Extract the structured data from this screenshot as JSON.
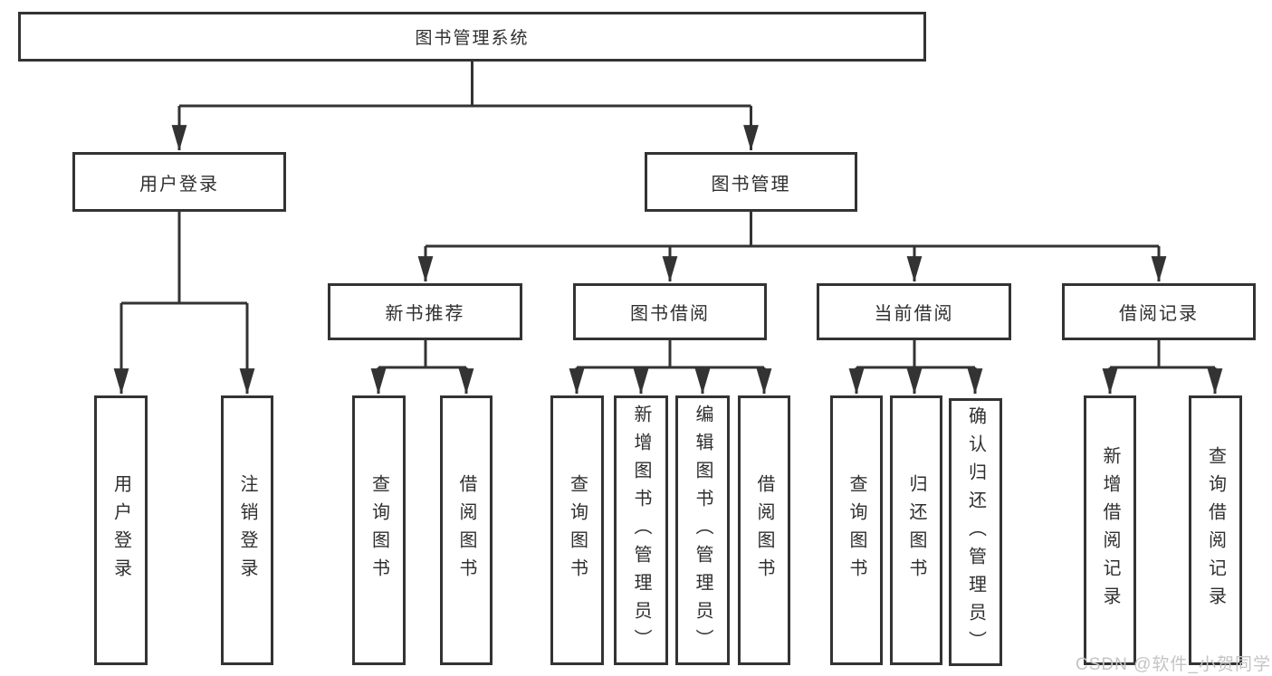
{
  "tree": {
    "label": "图书管理系统",
    "children": [
      {
        "label": "用户登录",
        "children": [
          {
            "label": "用户登录"
          },
          {
            "label": "注销登录"
          }
        ]
      },
      {
        "label": "图书管理",
        "children": [
          {
            "label": "新书推荐",
            "children": [
              {
                "label": "查询图书"
              },
              {
                "label": "借阅图书"
              }
            ]
          },
          {
            "label": "图书借阅",
            "children": [
              {
                "label": "查询图书"
              },
              {
                "label": "新增图书（管理员）"
              },
              {
                "label": "编辑图书（管理员）"
              },
              {
                "label": "借阅图书"
              }
            ]
          },
          {
            "label": "当前借阅",
            "children": [
              {
                "label": "查询图书"
              },
              {
                "label": "归还图书"
              },
              {
                "label": "确认归还（管理员）"
              }
            ]
          },
          {
            "label": "借阅记录",
            "children": [
              {
                "label": "新增借阅记录"
              },
              {
                "label": "查询借阅记录"
              }
            ]
          }
        ]
      }
    ]
  },
  "watermark": {
    "text": "CSDN @软件_小贺同学"
  },
  "colors": {
    "line": "#333333",
    "text": "#2f2f2f",
    "wm": "#c4c4c4",
    "bg": "#ffffff"
  }
}
